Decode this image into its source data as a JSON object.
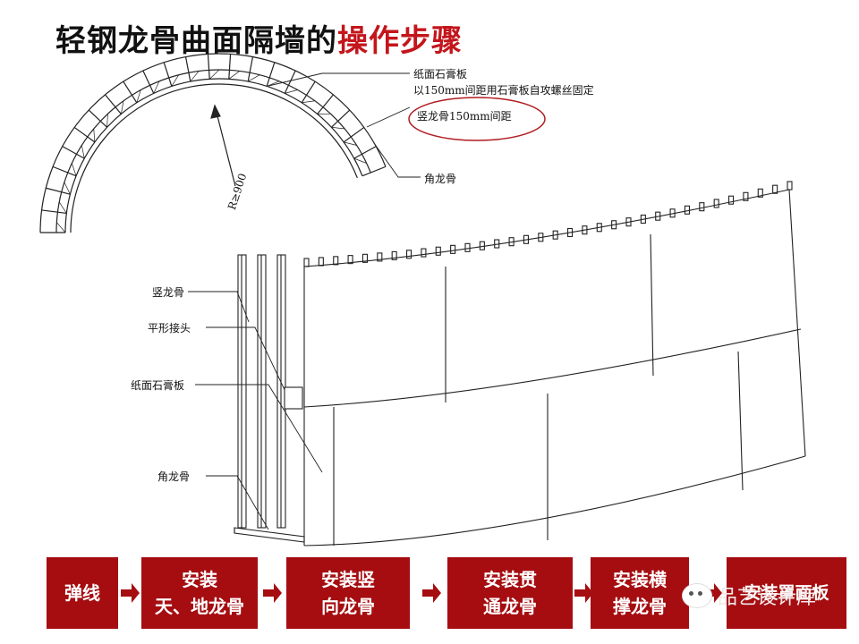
{
  "title": {
    "main": "轻钢龙骨曲面隔墙的",
    "highlight": "操作步骤"
  },
  "labels": {
    "gypsum_board_top": "纸面石膏板",
    "screw_fix_note": "以150mm间距用石膏板自攻螺丝固定",
    "vertical_stud_spacing": "竖龙骨150mm间距",
    "corner_stud_top": "角龙骨",
    "radius": "R≥900",
    "vertical_stud": "竖龙骨",
    "flat_joint": "平形接头",
    "gypsum_board_side": "纸面石膏板",
    "corner_stud_side": "角龙骨"
  },
  "steps": [
    {
      "label": "弹线"
    },
    {
      "label": "安装\n天、地龙骨"
    },
    {
      "label": "安装竖\n向龙骨"
    },
    {
      "label": "安装贯\n通龙骨"
    },
    {
      "label": "安装横\n撑龙骨"
    },
    {
      "label": "安装罩面板"
    }
  ],
  "watermark": "品艺设计库",
  "colors": {
    "accent": "#a50d11",
    "highlight": "#c3161c",
    "ellipse": "#b01c22"
  }
}
